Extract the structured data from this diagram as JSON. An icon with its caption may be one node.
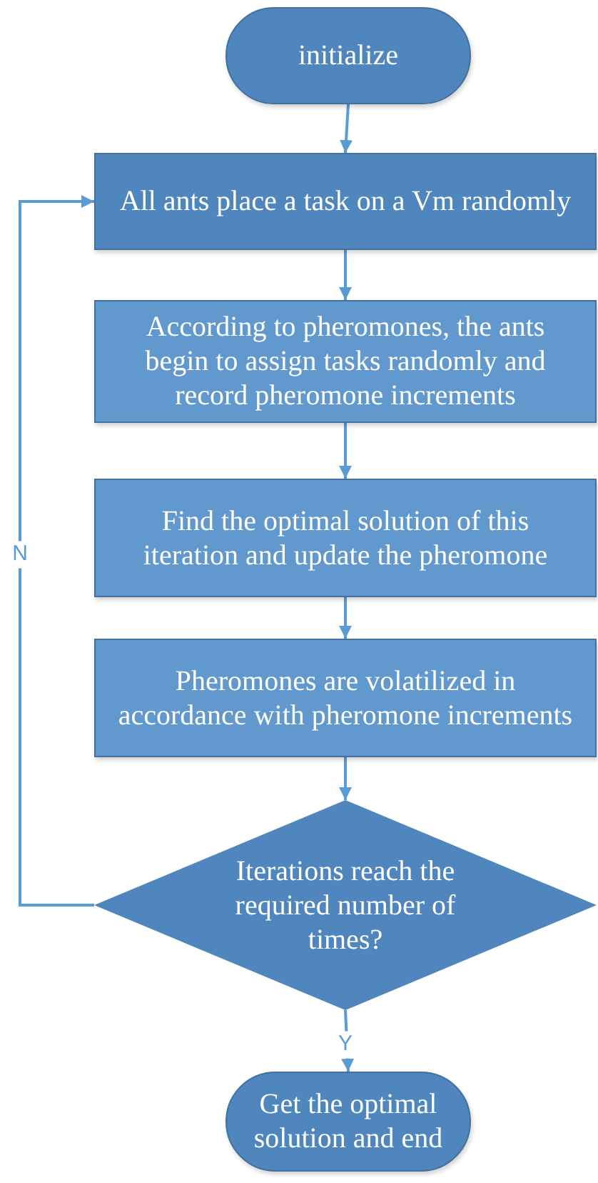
{
  "diagram": {
    "nodes": [
      {
        "text": [
          "initialize"
        ]
      },
      {
        "text": [
          "All ants place a task on a Vm randomly"
        ]
      },
      {
        "text": [
          "According to pheromones, the ants begin to assign tasks randomly and record pheromone increments"
        ]
      },
      {
        "text": [
          "Find the optimal solution of this iteration and update the pheromone"
        ]
      },
      {
        "text": [
          "Pheromones are volatilized in accordance with pheromone increments"
        ]
      },
      {
        "text": [
          "Iterations reach the required number of times?"
        ]
      },
      {
        "text": [
          "Get the optimal solution and end"
        ]
      }
    ],
    "edges": [
      {
        "from": 0,
        "to": 1,
        "arrow": "to"
      },
      {
        "from": 1,
        "to": 2,
        "arrow": "to"
      },
      {
        "from": 2,
        "to": 3,
        "arrow": "to"
      },
      {
        "from": 3,
        "to": 4,
        "arrow": "to"
      },
      {
        "from": 4,
        "to": 5,
        "arrow": "to"
      },
      {
        "from": 5,
        "to": 6,
        "arrow": "to",
        "label": "Y"
      },
      {
        "from": 5,
        "to": 1,
        "arrow": "to",
        "label": "N"
      }
    ]
  }
}
